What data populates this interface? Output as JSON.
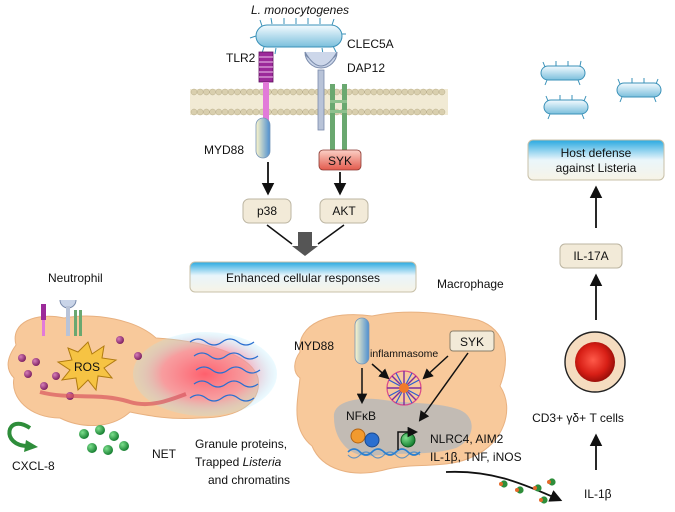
{
  "pathogen": {
    "name": "L. monocytogenes"
  },
  "receptors": {
    "tlr2": "TLR2",
    "clec5a": "CLEC5A",
    "dap12": "DAP12"
  },
  "signaling": {
    "myd88": "MYD88",
    "syk": "SYK",
    "p38": "p38",
    "akt": "AKT"
  },
  "outcome": {
    "enhanced": "Enhanced  cellular responses"
  },
  "macrophage": {
    "label": "Macrophage",
    "myd88": "MYD88",
    "inflammasome": "inflammasome",
    "syk": "SYK",
    "nfkb": "NFκB",
    "genes_line1": "NLRC4, AIM2",
    "genes_line2": "IL-1β, TNF, iNOS"
  },
  "neutrophil": {
    "label": "Neutrophil",
    "ros": "ROS",
    "cxcl8": "CXCL-8",
    "net": "NET",
    "granule_line1": "Granule proteins,",
    "granule_line2_pre": "Trapped ",
    "granule_line2_italic": "Listeria",
    "granule_line3": "and chromatins"
  },
  "tcell": {
    "label": "CD3+ γδ+ T cells",
    "il17a": "IL-17A",
    "il1b": "IL-1β"
  },
  "host": {
    "line1": "Host defense",
    "line2": "against Listeria"
  },
  "colors": {
    "membrane": "#e8e1c9",
    "cell_fill": "#f8c99b",
    "box_fill": "#f2ead8",
    "gradient_blue": "#29a9e0",
    "syk_red": "#e35a4c",
    "bacteria_blue": "#4aa3c8"
  }
}
